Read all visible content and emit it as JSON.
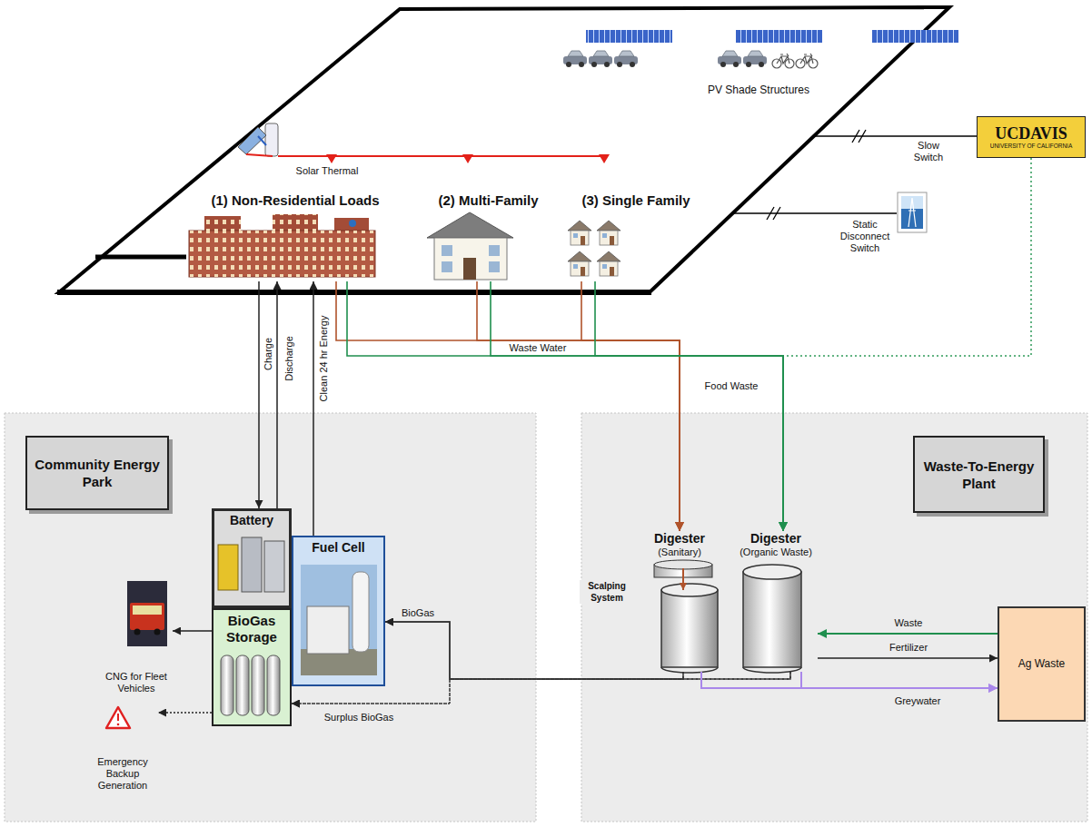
{
  "diagram": {
    "nodes": [
      {
        "text": [
          "(1) Non-Residential Loads"
        ]
      },
      {
        "text": [
          "(2) Multi-Family"
        ]
      },
      {
        "text": [
          "(3) Single Family"
        ]
      },
      {
        "text": [
          "UCDAVIS",
          "UNIVERSITY OF CALIFORNIA"
        ]
      },
      {
        "text": [
          "Community Energy Park"
        ]
      },
      {
        "text": [
          "Battery"
        ],
        "in": 4
      },
      {
        "text": [
          "Fuel Cell"
        ],
        "in": 4
      },
      {
        "text": [
          "BioGas Storage"
        ],
        "in": 4
      },
      {
        "text": [
          "Waste-To-Energy Plant"
        ]
      },
      {
        "text": [
          "Digester",
          "(Sanitary)"
        ],
        "in": 8
      },
      {
        "text": [
          "Digester",
          "(Organic Waste)"
        ],
        "in": 8
      },
      {
        "text": [
          "Ag Waste"
        ],
        "in": 8
      }
    ],
    "edges": [
      {
        "from": 0,
        "to": 5,
        "label": "Charge",
        "arrow": "to"
      },
      {
        "from": 5,
        "to": 0,
        "label": "Discharge",
        "arrow": "to"
      },
      {
        "from": 6,
        "to": 0,
        "label": "Clean 24 hr Energy",
        "arrow": "to"
      },
      {
        "from": 0,
        "to": 9,
        "arrow": "to"
      },
      {
        "from": 1,
        "to": 9,
        "arrow": "to"
      },
      {
        "from": 2,
        "to": 9,
        "arrow": "to"
      },
      {
        "from": 0,
        "to": 10,
        "arrow": "to"
      },
      {
        "from": 1,
        "to": 10,
        "arrow": "to"
      },
      {
        "from": 2,
        "to": 10,
        "arrow": "to"
      },
      {
        "from": 9,
        "to": 6,
        "arrow": "to"
      },
      {
        "from": 10,
        "to": 6,
        "arrow": "to"
      },
      {
        "from": 9,
        "to": 7,
        "arrow": "to"
      },
      {
        "from": 10,
        "to": 7,
        "arrow": "to"
      },
      {
        "from": 11,
        "to": 10,
        "label": "Waste",
        "arrow": "to"
      },
      {
        "from": 10,
        "to": 11,
        "label": "Fertilizer",
        "arrow": "to"
      },
      {
        "from": 9,
        "to": 11,
        "arrow": "to"
      },
      {
        "from": 10,
        "to": 11,
        "arrow": "to"
      }
    ],
    "labels": [
      "PV Shade Structures",
      "Solar Thermal",
      "Slow Switch",
      "Static Disconnect Switch",
      "Waste Water",
      "Food Waste",
      "Scalping System",
      "BioGas",
      "Surplus BioGas",
      "Greywater",
      "CNG for Fleet Vehicles",
      "Emergency Backup Generation"
    ]
  }
}
